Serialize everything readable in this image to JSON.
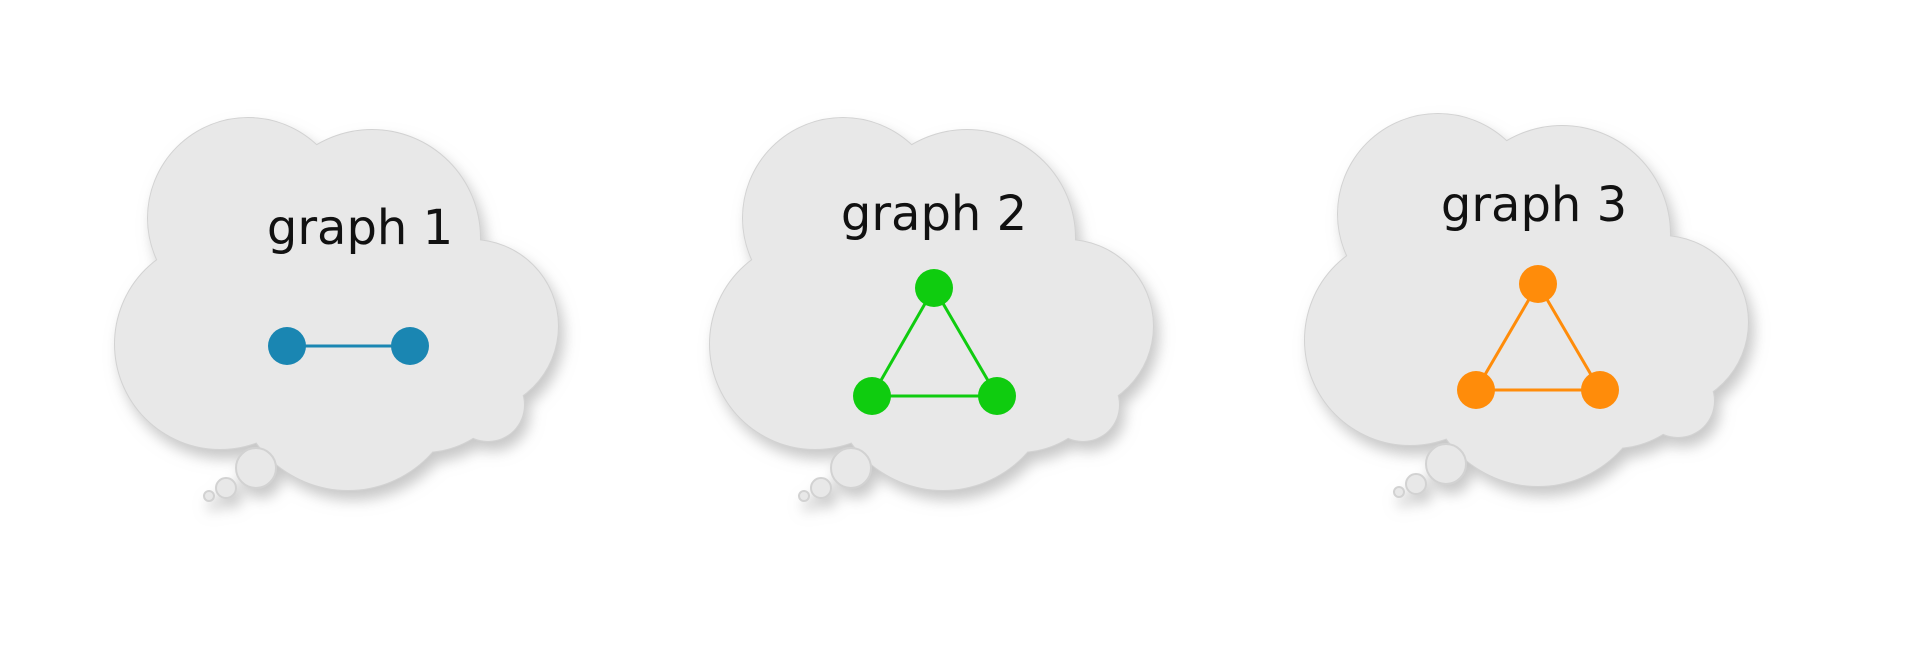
{
  "canvas": {
    "background": "#ffffff"
  },
  "cloud_style": {
    "fill": "#e8e8e8",
    "stroke": "#d2d2d2",
    "shadow": "#9a9a9a"
  },
  "bubbles": [
    {
      "label": "graph 1",
      "color": "#1a86b2",
      "graph": {
        "nodes": 2,
        "edges": [
          [
            0,
            1
          ]
        ]
      }
    },
    {
      "label": "graph 2",
      "color": "#0fcc0f",
      "graph": {
        "nodes": 3,
        "edges": [
          [
            0,
            1
          ],
          [
            1,
            2
          ],
          [
            2,
            0
          ]
        ]
      }
    },
    {
      "label": "graph 3",
      "color": "#ff8c0a",
      "graph": {
        "nodes": 3,
        "edges": [
          [
            0,
            1
          ],
          [
            1,
            2
          ],
          [
            2,
            0
          ]
        ]
      }
    }
  ]
}
